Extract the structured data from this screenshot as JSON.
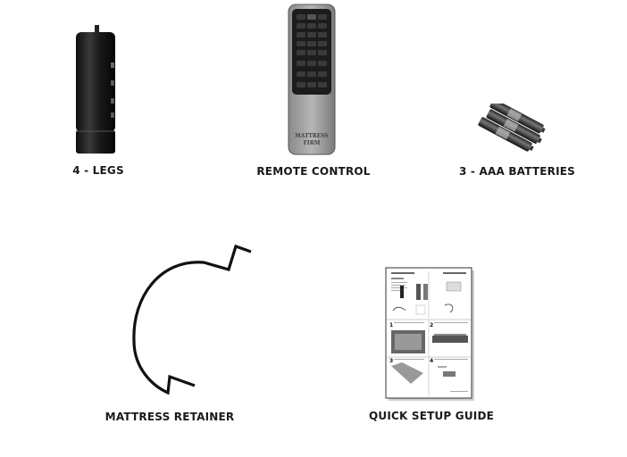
{
  "items": [
    {
      "label": "4 - LEGS"
    },
    {
      "label": "REMOTE CONTROL",
      "brand": "MATTRESS FIRM",
      "buttons": [
        "",
        "",
        "",
        "",
        "",
        "",
        "",
        "",
        "",
        "",
        "",
        "",
        "",
        "",
        "",
        "",
        "",
        "",
        "",
        "",
        "",
        "",
        "",
        ""
      ]
    },
    {
      "label": "3 - AAA BATTERIES"
    },
    {
      "label": "MATTRESS RETAINER"
    },
    {
      "label": "QUICK SETUP GUIDE"
    }
  ]
}
